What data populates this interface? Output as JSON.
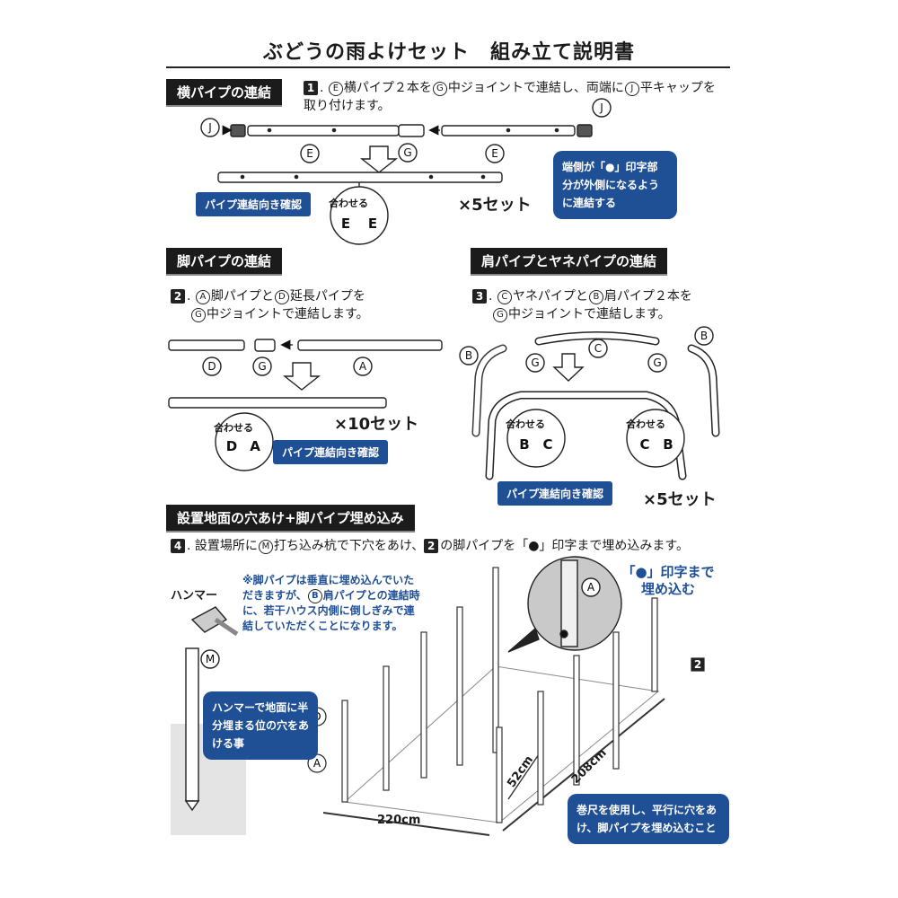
{
  "title": "ぶどうの雨よけセット　組み立て説明書",
  "section1": {
    "header": "横パイプの連結",
    "step_num": "1",
    "line1": "横パイプ２本を",
    "line1b": "中ジョイントで連結し、両端に",
    "line1c": "平キャップを",
    "line2": "取り付けます。",
    "note": "端側が「●」印字部分が外側になるように連結する",
    "badge": "パイプ連結向き確認",
    "match": "合わせる",
    "sets": "×5セット"
  },
  "section2": {
    "header": "脚パイプの連結",
    "step_num": "2",
    "line1": "脚パイプと",
    "line1b": "延長パイプを",
    "line2": "中ジョイントで連結します。",
    "badge": "パイプ連結向き確認",
    "match": "合わせる",
    "sets": "×10セット"
  },
  "section3": {
    "header": "肩パイプとヤネパイプの連結",
    "step_num": "3",
    "line1": "ヤネパイプと",
    "line1b": "肩パイプ２本を",
    "line2": "中ジョイントで連結します。",
    "badge": "パイプ連結向き確認",
    "match": "合わせる",
    "sets": "×5セット"
  },
  "section4": {
    "header": "設置地面の穴あけ+脚パイプ埋め込み",
    "step_num": "4",
    "line1": "設置場所に",
    "line1b": "打ち込み杭で下穴をあけ、",
    "line1c": "の脚パイプを「●」印字まで埋め込みます。",
    "hammer": "ハンマー",
    "note_red": "※脚パイプは垂直に埋め込んでいただきますが、",
    "note_red2": "肩パイプとの連結時に、若干ハウス内側に倒しぎみで連結していただくことになります。",
    "bubble_hammer": "ハンマーで地面に半分埋まる位の穴をあける事",
    "callout": "「●」印字まで埋め込む",
    "dim_width": "220cm",
    "dim_length": "208cm",
    "dim_spacing": "52cm",
    "bubble_tape": "巻尺を使用し、平行に穴をあけ、脚パイプを埋め込むこと"
  },
  "labels": {
    "A": "A",
    "B": "B",
    "C": "C",
    "D": "D",
    "E": "E",
    "G": "G",
    "J": "J",
    "M": "M"
  }
}
